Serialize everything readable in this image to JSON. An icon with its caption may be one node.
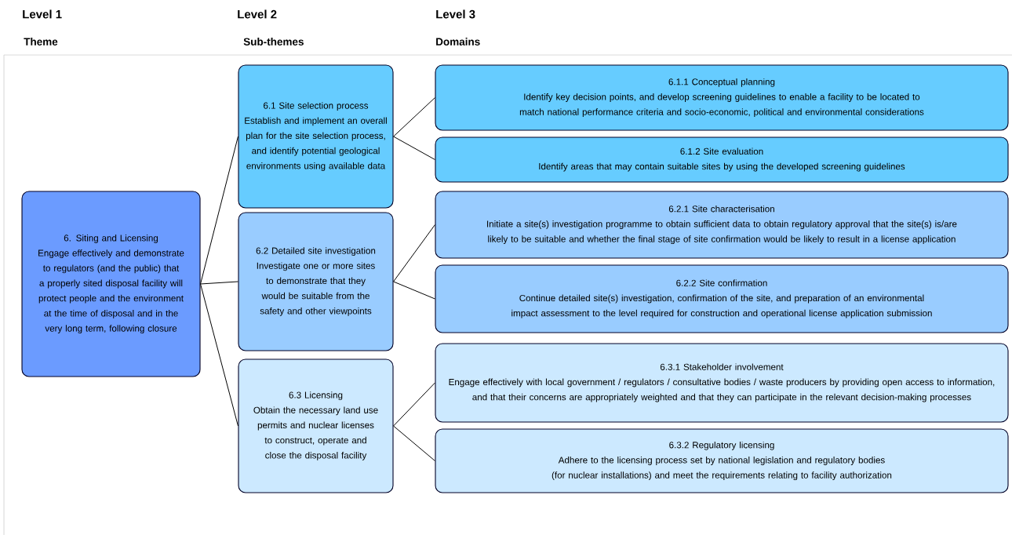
{
  "diagram": {
    "nodes": [
      {
        "text": [
          "6. Siting and Licensing",
          "Engage effectively and demonstrate to regulators (and the public) that a properly sited disposal facility will protect people and the environment at the time of disposal and in the very long term, following closure"
        ]
      },
      {
        "text": [
          "6.1 Site selection process",
          "Establish and implement an overall plan for the site selection process, and identify potential geological environments using available data"
        ]
      },
      {
        "text": [
          "6.2 Detailed site investigation",
          "Investigate one or more sites to demonstrate that they would be suitable from the safety and other viewpoints"
        ]
      },
      {
        "text": [
          "6.3 Licensing",
          "Obtain the necessary land use permits and nuclear licenses to construct, operate and close the disposal facility"
        ]
      },
      {
        "text": [
          "6.1.1 Conceptual planning",
          "Identify key decision points, and develop screening guidelines to enable a facility to be located to match national performance criteria and socio-economic, political and environmental considerations"
        ]
      },
      {
        "text": [
          "6.1.2 Site evaluation",
          "Identify areas that may contain suitable sites by using the developed screening guidelines"
        ]
      },
      {
        "text": [
          "6.2.1 Site characterisation",
          "Initiate a site(s) investigation programme to obtain sufficient data to obtain regulatory approval that the site(s) is/are likely to be suitable and whether the final stage of site confirmation would be likely to result in a license application"
        ]
      },
      {
        "text": [
          "6.2.2 Site confirmation",
          "Continue detailed site(s) investigation, confirmation of the site, and preparation of an environmental impact assessment to the level required for construction and operational license application submission"
        ]
      },
      {
        "text": [
          "6.3.1 Stakeholder involvement",
          "Engage effectively with local government / regulators / consultative bodies / waste producers by providing open access to information, and that their concerns are appropriately weighted and that they can participate in the relevant decision-making processes"
        ]
      },
      {
        "text": [
          "6.3.2 Regulatory licensing",
          "Adhere to the licensing process set by national legislation and regulatory bodies (for nuclear installations) and meet the requirements relating to facility authorization"
        ]
      }
    ],
    "edges": [
      {
        "from": 0,
        "to": 1,
        "arrow": "none"
      },
      {
        "from": 0,
        "to": 2,
        "arrow": "none"
      },
      {
        "from": 0,
        "to": 3,
        "arrow": "none"
      },
      {
        "from": 1,
        "to": 4,
        "arrow": "none"
      },
      {
        "from": 1,
        "to": 5,
        "arrow": "none"
      },
      {
        "from": 2,
        "to": 6,
        "arrow": "none"
      },
      {
        "from": 2,
        "to": 7,
        "arrow": "none"
      },
      {
        "from": 3,
        "to": 8,
        "arrow": "none"
      },
      {
        "from": 3,
        "to": 9,
        "arrow": "none"
      }
    ],
    "labels": [
      "Level 1",
      "Level 2",
      "Level 3",
      "Theme",
      "Sub-themes",
      "Domains"
    ]
  }
}
